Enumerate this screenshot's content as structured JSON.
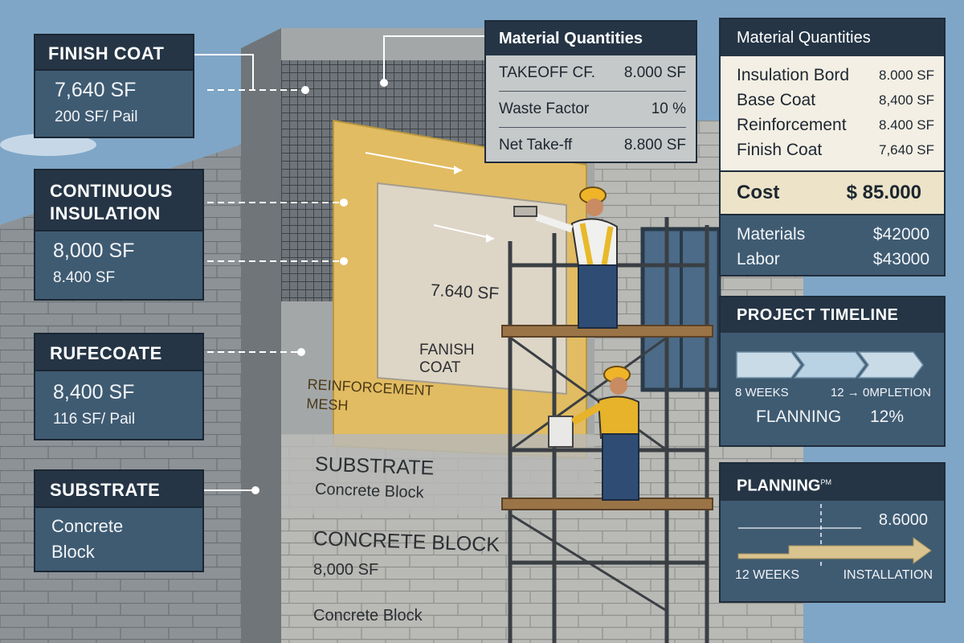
{
  "left_callouts": {
    "finish_coat": {
      "title": "FINISH COAT",
      "value": "7,640 SF",
      "sub": "200 SF/ Pail"
    },
    "insulation": {
      "title_line1": "CONTINUOUS",
      "title_line2": "INSULATION",
      "value": "8,000 SF",
      "sub": "8.400 SF"
    },
    "rufecoate": {
      "title": "RUFECOATE",
      "value": "8,400 SF",
      "sub": "116 SF/ Pail"
    },
    "substrate": {
      "title": "SUBSTRATE",
      "value_line1": "Concrete",
      "value_line2": "Block"
    }
  },
  "wall_labels": {
    "finish_area": "7.640 SF",
    "fanish_coat_line1": "FANISH",
    "fanish_coat_line2": "COAT",
    "reinforcement_line1": "REINFORCEMENT",
    "reinforcement_line2": "MESH",
    "substrate_title": "SUBSTRATE",
    "substrate_sub": "Concrete Block",
    "concrete_block_title": "CONCRETE BLOCK",
    "concrete_block_area": "8,000 SF",
    "concrete_block_bottom": "Concrete Block"
  },
  "center_quantities": {
    "title": "Material Quantities",
    "rows": [
      {
        "label": "TAKEOFF CF.",
        "value": "8.000 SF"
      },
      {
        "label": "Waste Factor",
        "value": "10 %"
      },
      {
        "label": "Net Take-ff",
        "value": "8.800 SF"
      }
    ]
  },
  "right_quantities": {
    "title": "Material Quantities",
    "rows": [
      {
        "label": "Insulation Bord",
        "value": "8.000 SF"
      },
      {
        "label": "Base Coat",
        "value": "8,400 SF"
      },
      {
        "label": "Reinforcement",
        "value": "8.400 SF"
      },
      {
        "label": "Finish Coat",
        "value": "7,640 SF"
      }
    ],
    "cost_label": "Cost",
    "cost_value": "$ 85.000",
    "breakdown": [
      {
        "label": "Materials",
        "value": "$42000"
      },
      {
        "label": "Labor",
        "value": "$43000"
      }
    ]
  },
  "timeline": {
    "title": "PROJECT TIMELINE",
    "left_label": "8 WEEKS",
    "right_label": "12 → 0MPLETION",
    "phase": "FLANNING",
    "phase_pct": "12%"
  },
  "planning": {
    "title": "PLANNING",
    "title_mark": "PM",
    "value": "8.6000",
    "left_label": "12 WEEKS",
    "right_label": "INSTALLATION"
  },
  "colors": {
    "sky": "#7fa6c6",
    "panel_header": "#253545",
    "panel_body": "#3f5b72",
    "insulation_yellow": "#e2bc62",
    "stucco": "#ddd5c6",
    "timeline_arrow": "#b9d3e4",
    "planning_arrow": "#d9c38f"
  }
}
